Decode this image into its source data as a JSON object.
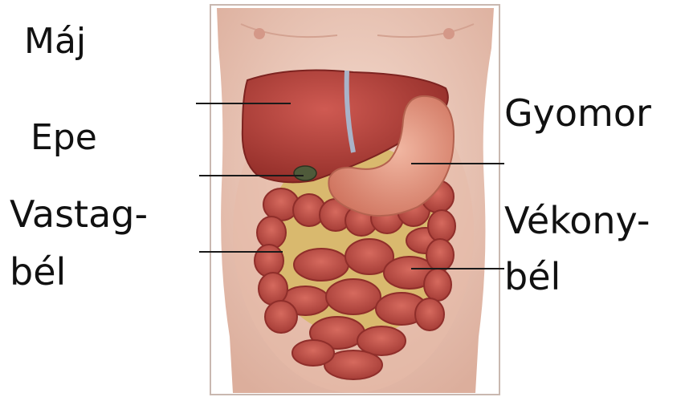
{
  "labels": {
    "liver": "Máj",
    "gallbladder": "Epe",
    "large_intestine_line1": "Vastag-",
    "large_intestine_line2": "bél",
    "stomach": "Gyomor",
    "small_intestine_line1": "Vékony-",
    "small_intestine_line2": "bél"
  },
  "colors": {
    "skin": "#efcfc0",
    "skin_shadow": "#d9ab9a",
    "liver": "#b8423c",
    "liver_dark": "#8f2a26",
    "stomach": "#e59c85",
    "intestine": "#c4574e",
    "intestine_dark": "#8f2e2a",
    "fat": "#d6b567",
    "leader_line": "#1a1a1a"
  }
}
